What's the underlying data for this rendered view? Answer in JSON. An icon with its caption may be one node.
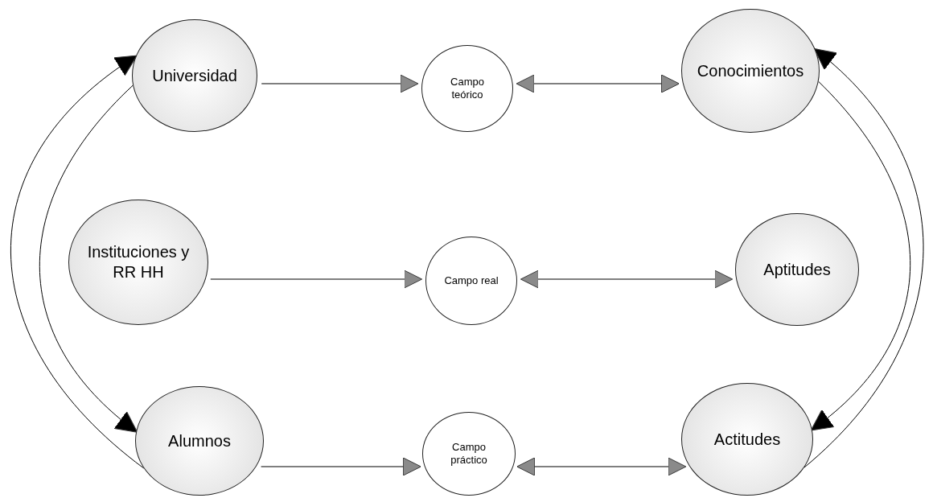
{
  "diagram": {
    "nodes": [
      {
        "text": [
          "Universidad"
        ]
      },
      {
        "text": [
          "Campo teórico"
        ]
      },
      {
        "text": [
          "Conocimientos"
        ]
      },
      {
        "text": [
          "Instituciones y RR HH"
        ]
      },
      {
        "text": [
          "Campo real"
        ]
      },
      {
        "text": [
          "Aptitudes"
        ]
      },
      {
        "text": [
          "Alumnos"
        ]
      },
      {
        "text": [
          "Campo práctico"
        ]
      },
      {
        "text": [
          "Actitudes"
        ]
      }
    ],
    "edges": [
      {
        "from": 0,
        "to": 1,
        "arrow": "to"
      },
      {
        "from": 1,
        "to": 2,
        "arrow": "both"
      },
      {
        "from": 3,
        "to": 4,
        "arrow": "to"
      },
      {
        "from": 4,
        "to": 5,
        "arrow": "both"
      },
      {
        "from": 6,
        "to": 7,
        "arrow": "to"
      },
      {
        "from": 7,
        "to": 8,
        "arrow": "both"
      },
      {
        "from": 6,
        "to": 0,
        "arrow": "to"
      },
      {
        "from": 0,
        "to": 6,
        "arrow": "to"
      },
      {
        "from": 2,
        "to": 8,
        "arrow": "to"
      },
      {
        "from": 8,
        "to": 2,
        "arrow": "to"
      }
    ]
  }
}
